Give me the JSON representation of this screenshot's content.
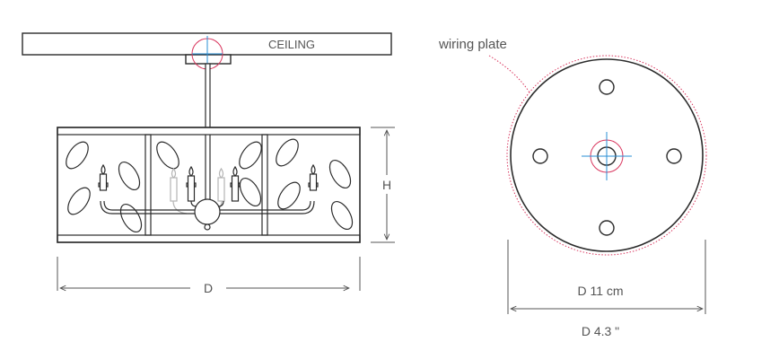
{
  "labels": {
    "ceiling": "CEILING",
    "height": "H",
    "diameter": "D",
    "wiring_plate": "wiring plate",
    "plate_diameter_cm": "D 11 cm",
    "plate_diameter_in": "D 4.3 \""
  },
  "colors": {
    "line": "#2b2b2b",
    "dimension": "#555555",
    "accent_red": "#d9365e",
    "accent_blue": "#2a8fd6",
    "ghost": "#b5b5b5"
  }
}
